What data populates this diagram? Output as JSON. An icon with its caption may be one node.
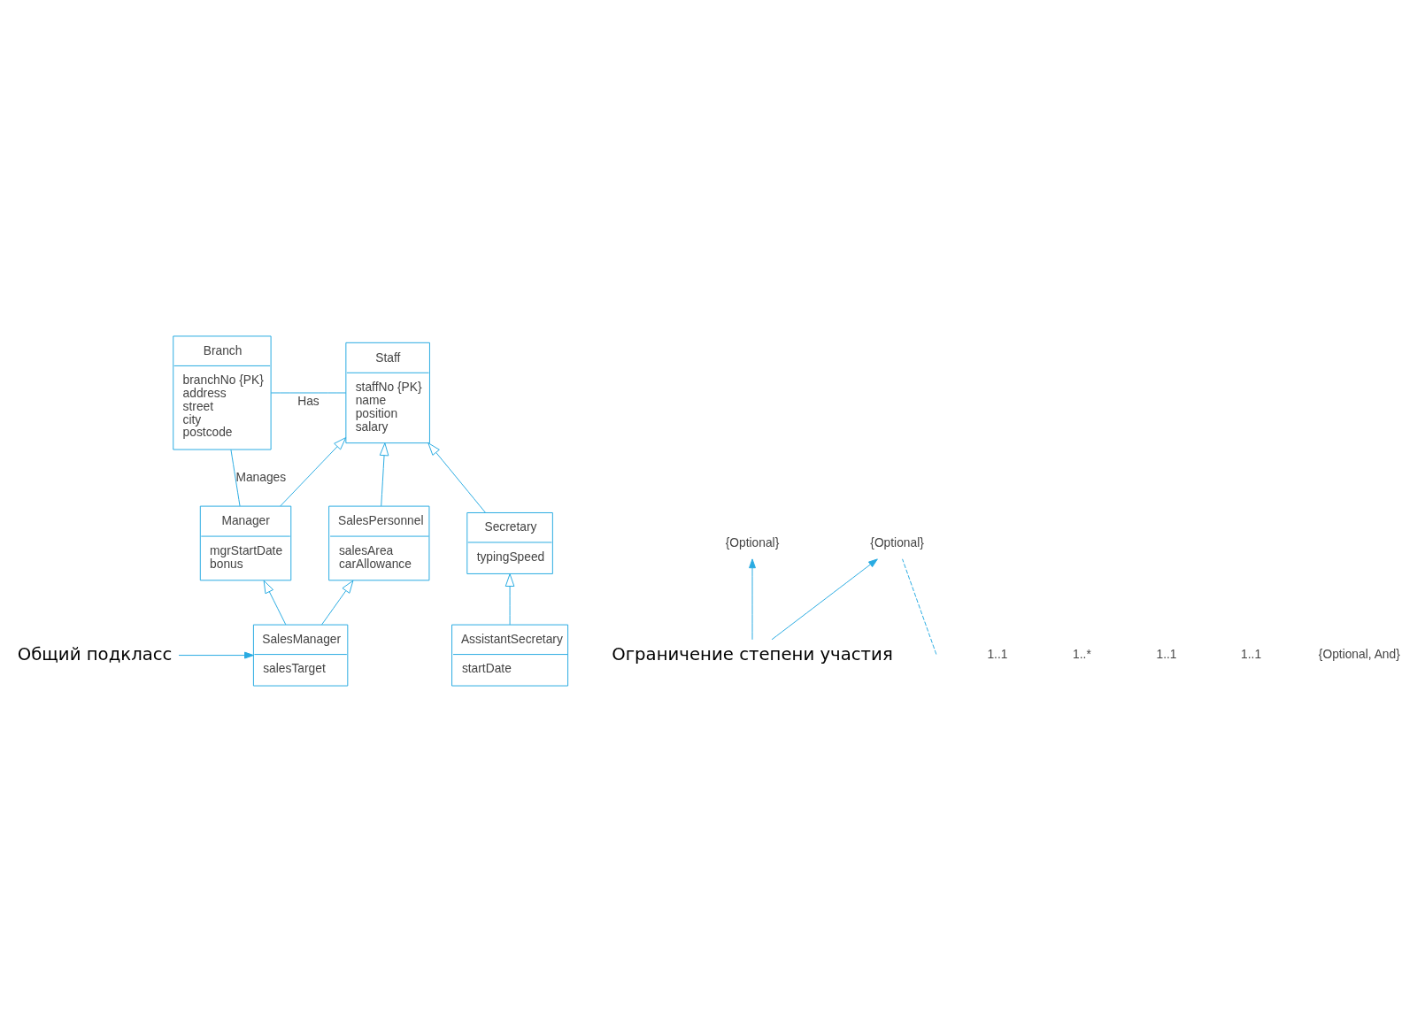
{
  "diagram": {
    "nodes": [
      {
        "text": [
          "Branch",
          "branchNo {PK}",
          "address",
          "street",
          "city",
          "postcode"
        ]
      },
      {
        "text": [
          "Staff",
          "staffNo {PK}",
          "name",
          "position",
          "salary"
        ]
      },
      {
        "text": [
          "Manager",
          "mgrStartDate",
          "bonus"
        ]
      },
      {
        "text": [
          "SalesPersonnel",
          "salesArea",
          "carAllowance"
        ]
      },
      {
        "text": [
          "Secretary",
          "typingSpeed"
        ]
      },
      {
        "text": [
          "SalesManager",
          "salesTarget"
        ]
      },
      {
        "text": [
          "AssistantSecretary",
          "startDate"
        ]
      },
      {
        "text": [
          "Общий подкласс"
        ]
      },
      {
        "text": [
          "Ограничение степени участия"
        ]
      },
      {
        "text": [
          "{Optional}"
        ]
      },
      {
        "text": [
          "{Optional}"
        ]
      }
    ],
    "edges": [
      {
        "from": 0,
        "to": 1,
        "arrow": "none",
        "label": "Has"
      },
      {
        "from": 2,
        "to": 0,
        "arrow": "none",
        "label": "Manages"
      },
      {
        "from": 2,
        "to": 1,
        "arrow": "to"
      },
      {
        "from": 3,
        "to": 1,
        "arrow": "to"
      },
      {
        "from": 4,
        "to": 1,
        "arrow": "to"
      },
      {
        "from": 5,
        "to": 2,
        "arrow": "to"
      },
      {
        "from": 5,
        "to": 3,
        "arrow": "to"
      },
      {
        "from": 6,
        "to": 4,
        "arrow": "to"
      },
      {
        "from": 7,
        "to": 5,
        "arrow": "to"
      },
      {
        "from": 8,
        "to": 9,
        "arrow": "to"
      },
      {
        "from": 8,
        "to": 10,
        "arrow": "to"
      },
      {
        "from": null,
        "to": 9,
        "arrow": "none",
        "style": "dashed"
      }
    ],
    "labels": [
      "1..1",
      "1..*",
      "1..1",
      "1..1",
      "{Optional, And}"
    ]
  }
}
